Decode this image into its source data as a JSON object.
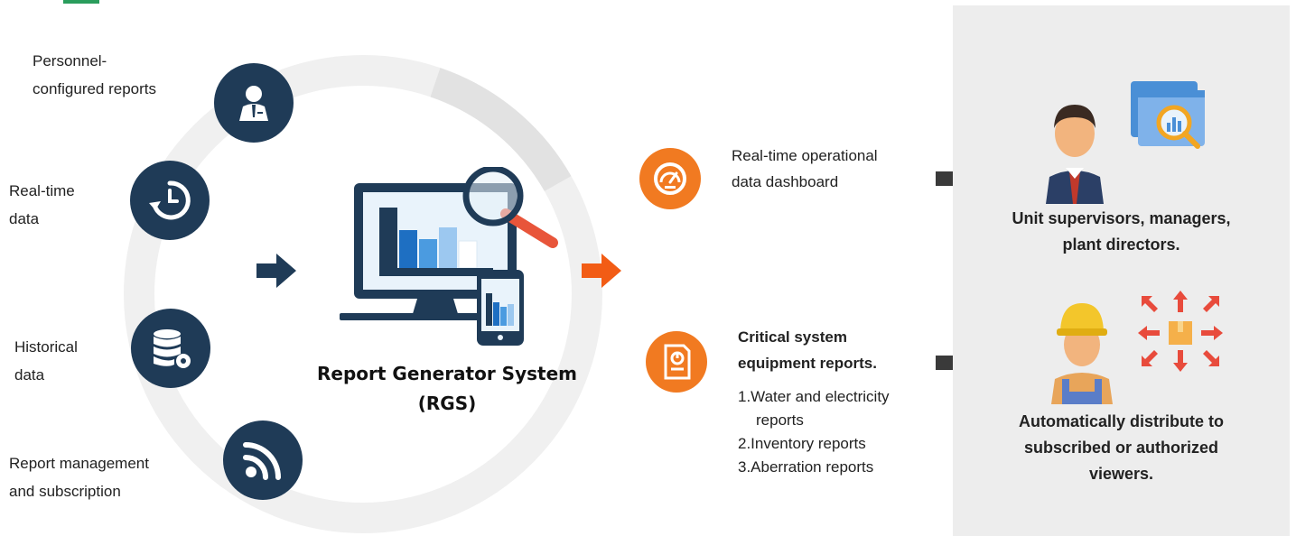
{
  "inputs": [
    {
      "lines": [
        "Personnel-",
        "configured reports"
      ],
      "icon": "manager-person-icon"
    },
    {
      "lines": [
        "Real-time",
        "data"
      ],
      "icon": "clock-refresh-icon"
    },
    {
      "lines": [
        "Historical",
        "data"
      ],
      "icon": "database-gear-icon"
    },
    {
      "lines": [
        "Report management",
        "and subscription"
      ],
      "icon": "rss-feed-icon"
    }
  ],
  "center": {
    "title_lines": [
      "Report Generator System",
      "(RGS)"
    ],
    "icon": "monitor-chart-magnifier-icon"
  },
  "outputs": [
    {
      "lines": [
        "Real-time operational",
        "data dashboard"
      ],
      "icon": "speedometer-icon"
    },
    {
      "title_lines": [
        "Critical system",
        "equipment reports."
      ],
      "items": [
        "1.Water and electricity",
        "reports",
        "2.Inventory reports",
        "3.Aberration reports"
      ],
      "icon": "report-document-icon"
    }
  ],
  "audiences": [
    {
      "lines": [
        "Unit supervisors, managers,",
        "plant directors."
      ],
      "icon": "businessman-with-analytics-icon"
    },
    {
      "lines": [
        "Automatically distribute to",
        "subscribed or authorized",
        "viewers."
      ],
      "icon": "worker-with-distribution-icon"
    }
  ],
  "colors": {
    "dark_navy": "#1f3b57",
    "orange": "#f17a21",
    "arrow_dark": "#3a3a3a",
    "panel_bg": "#ededed"
  }
}
